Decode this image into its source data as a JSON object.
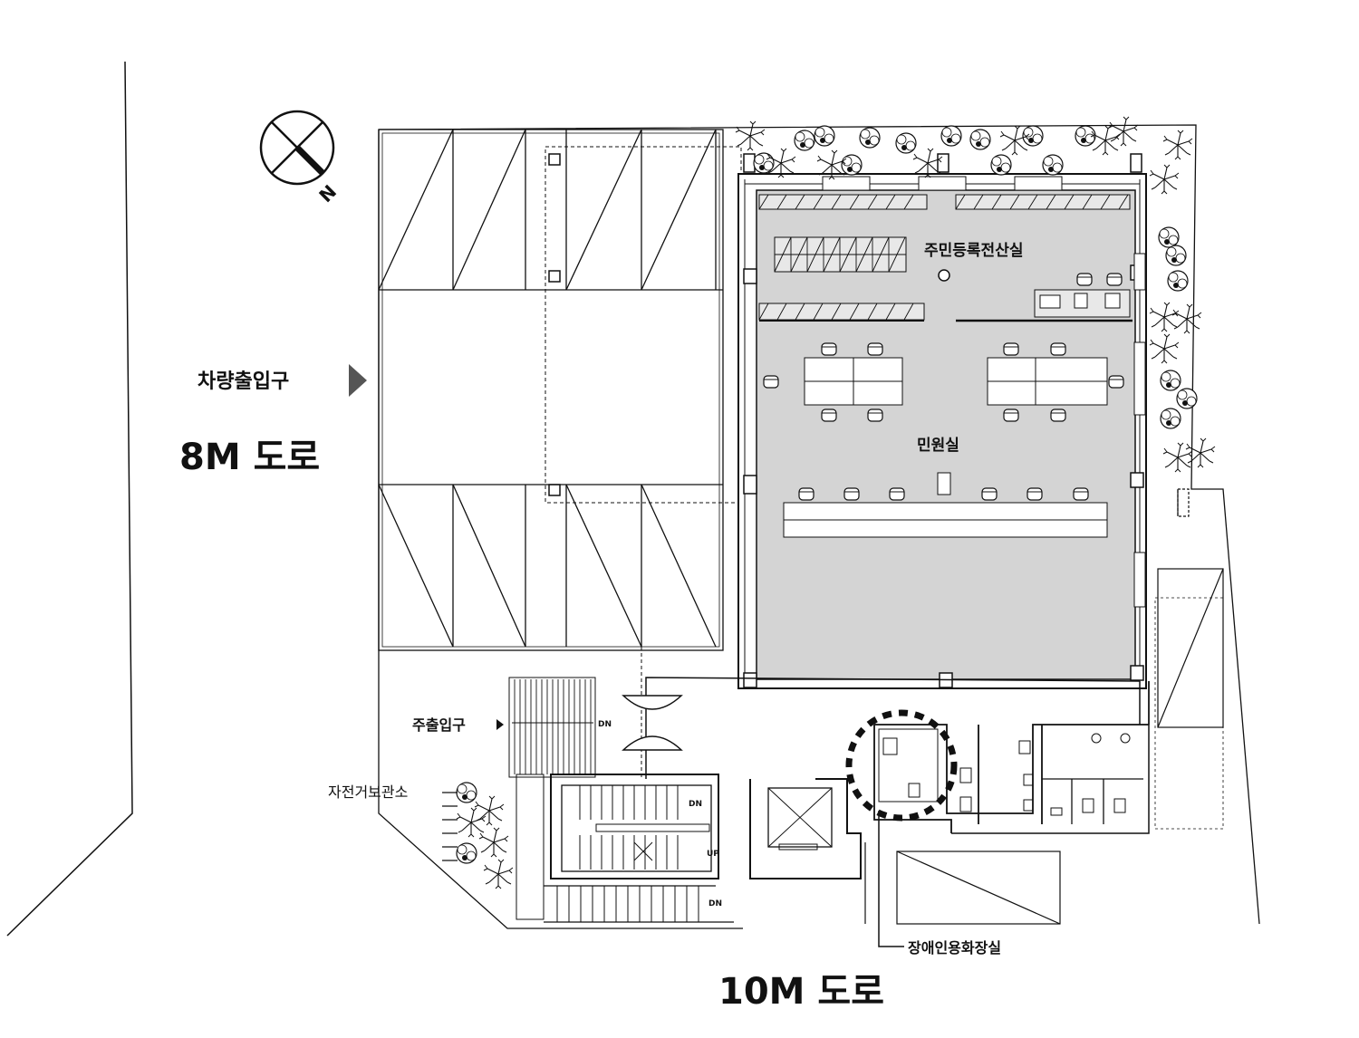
{
  "compass": {
    "label": "N"
  },
  "roads": {
    "west": "8M 도로",
    "south": "10M 도로"
  },
  "labels": {
    "vehicle_entrance": "차량출입구",
    "main_entrance": "주출입구",
    "bicycle_storage": "자전거보관소",
    "accessible_toilet": "장애인용화장실"
  },
  "rooms": {
    "resident_registration": "주민등록전산실",
    "civil_service": "민원실"
  },
  "stairs": {
    "dn1": "DN",
    "dn2": "DN",
    "dn3": "DN",
    "up": "UP"
  },
  "colors": {
    "floor_fill": "#d4d4d4",
    "line": "#111111",
    "arrow": "#555555"
  }
}
